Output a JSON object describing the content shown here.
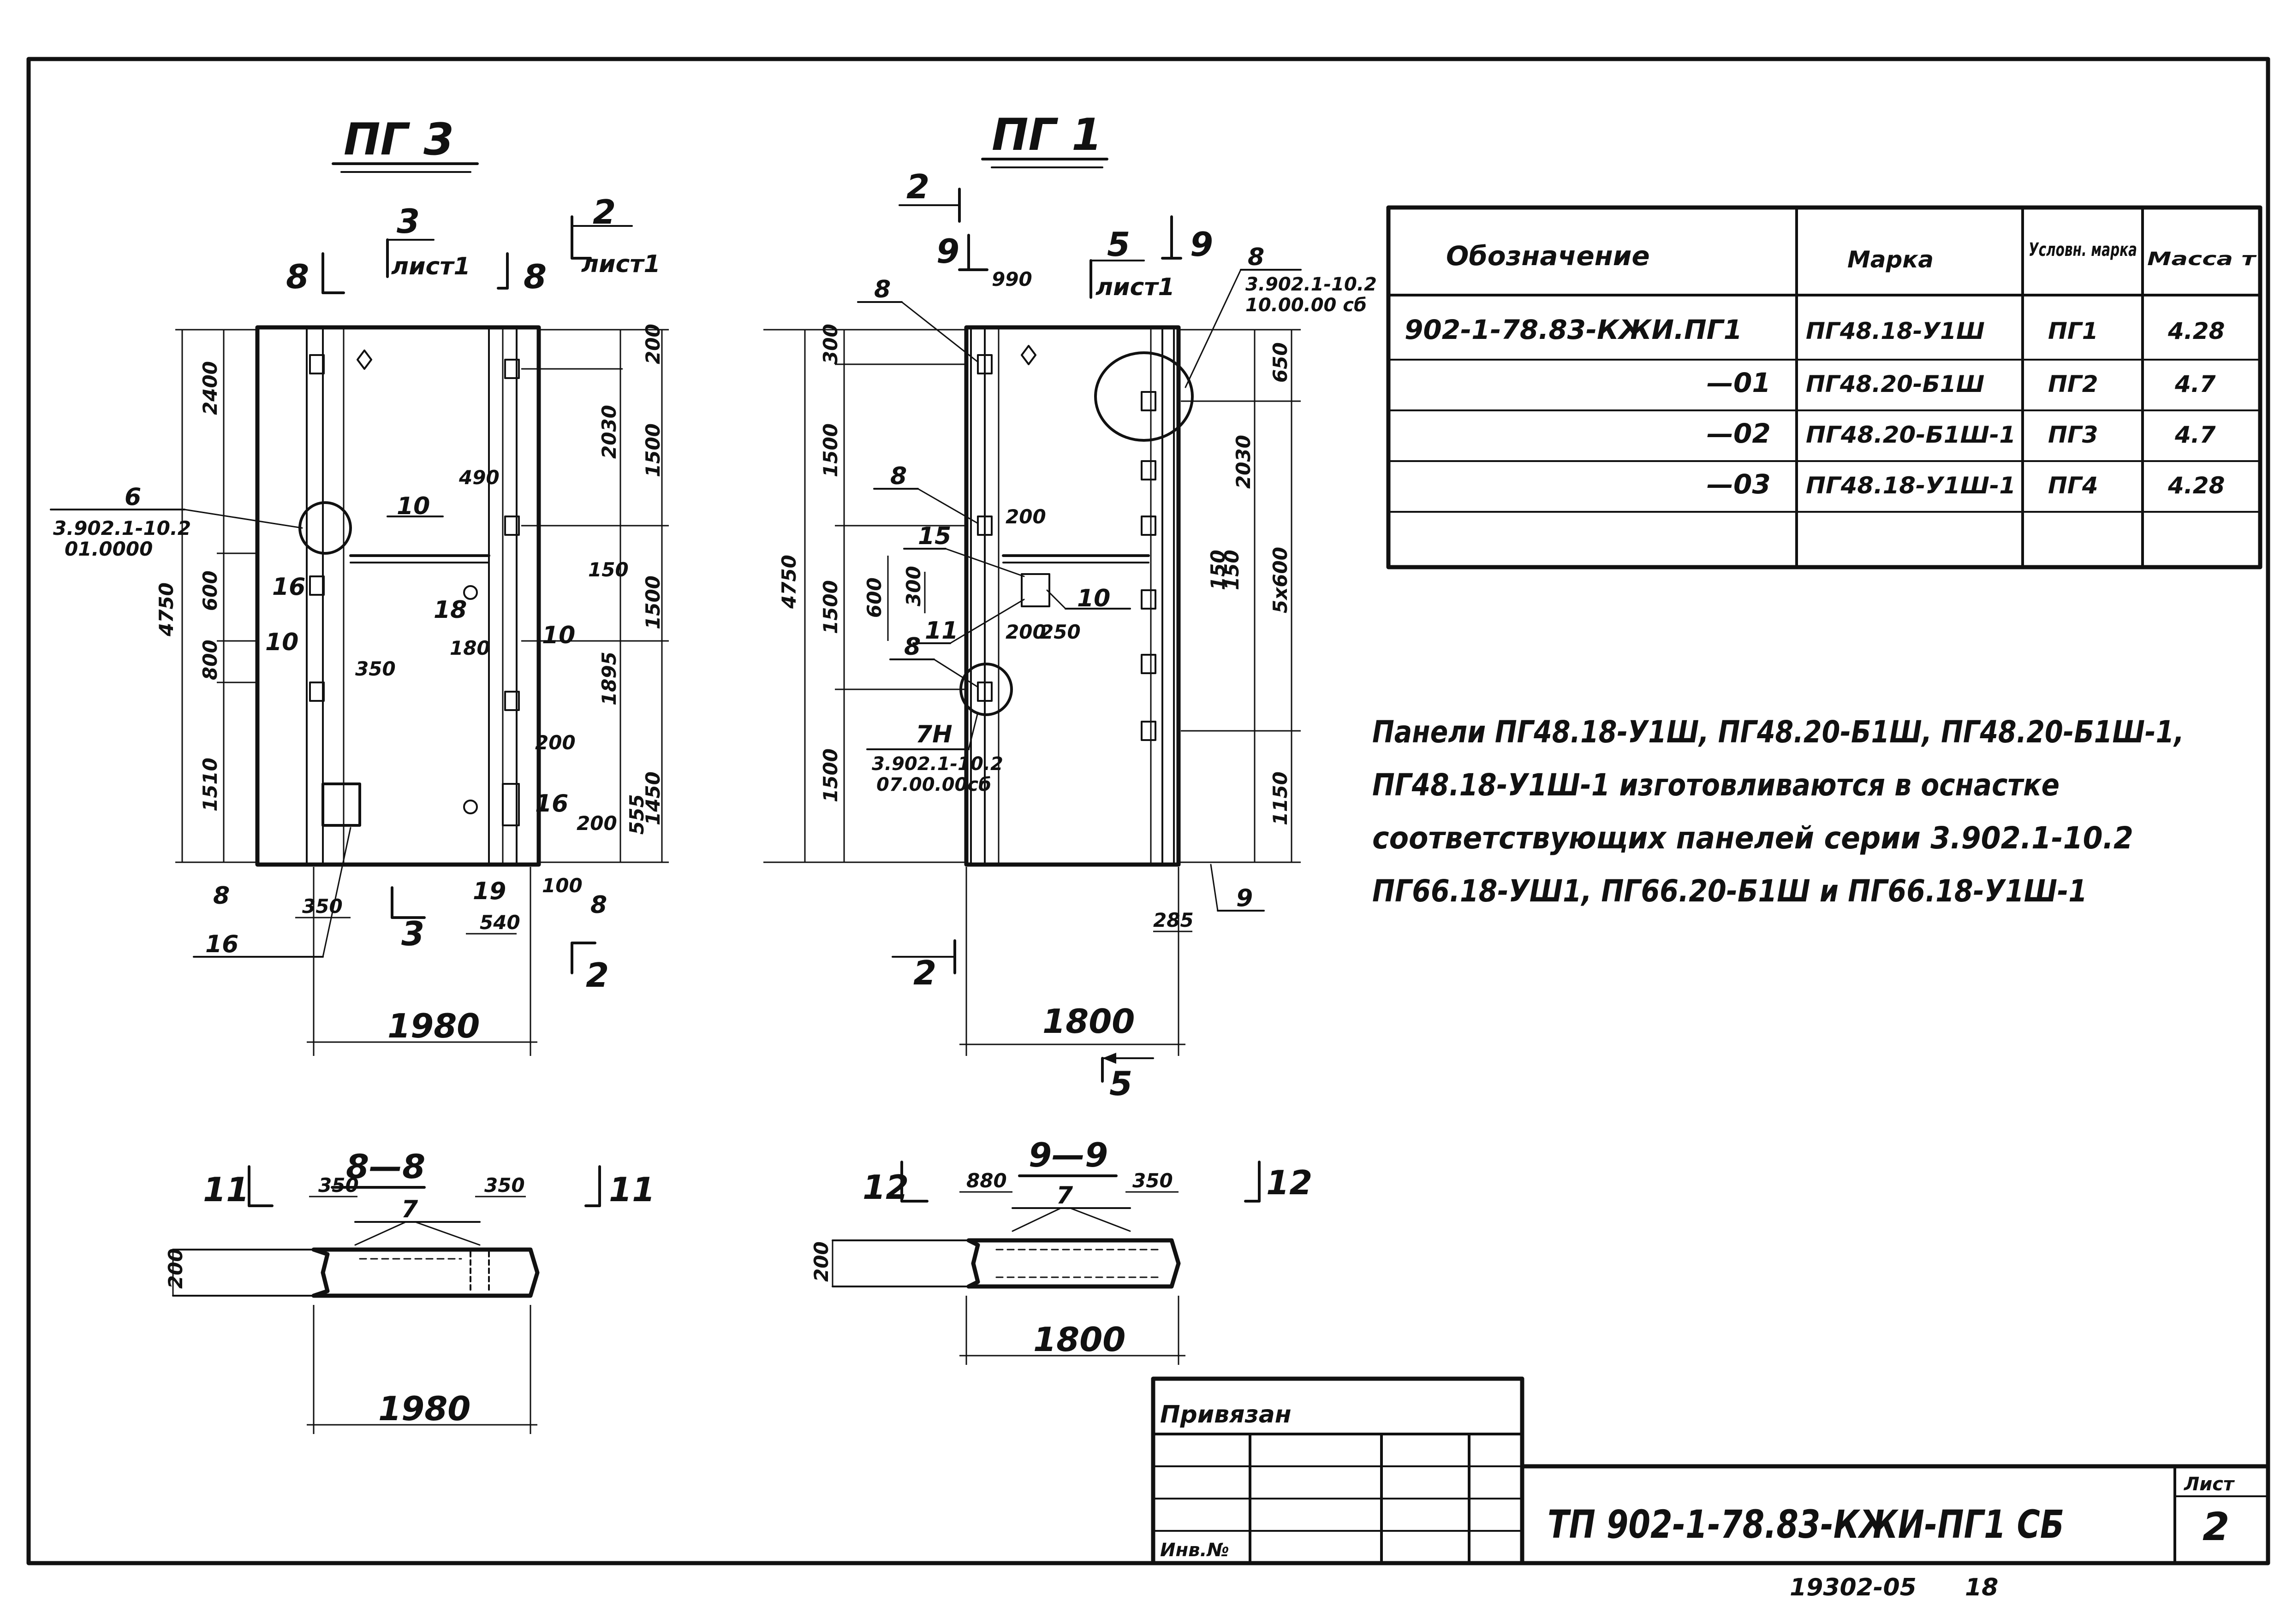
{
  "views": {
    "pg3": {
      "title": "ПГ 3",
      "cut_top_left": "8",
      "cut_top_mid": "3",
      "cut_top_mid_sheet": "лист1",
      "cut_top_right": "8",
      "cut_top_far": "2",
      "cut_top_far_sheet": "лист1",
      "detail_num": "6",
      "detail_ref_1": "3.902.1-10.2",
      "detail_ref_2": "01.0000",
      "height": "4750",
      "width": "1980",
      "dims_left": [
        "2400",
        "600",
        "800",
        "1510"
      ],
      "dims_right": [
        "200",
        "2030",
        "1500",
        "1500",
        "1450"
      ],
      "dims_right_inner": [
        "1895",
        "555"
      ],
      "dims_inner": [
        "490",
        "350",
        "180",
        "200",
        "150",
        "200",
        "100"
      ],
      "pos": [
        "10",
        "18",
        "10",
        "16",
        "10",
        "16",
        "16",
        "19",
        "8",
        "8"
      ],
      "bottom_dims": [
        "350",
        "540"
      ],
      "cut_bottom_left": "3",
      "cut_bottom_right": "2"
    },
    "pg1": {
      "title": "ПГ 1",
      "cut_top_left": "2",
      "cut_top_9": "9",
      "cut_top_5": "5",
      "cut_top_5_sheet": "лист1",
      "cut_top_9b": "9",
      "dim_top": "990",
      "pos_8a": "8",
      "pos_8b": "8",
      "pos_8c": "8",
      "pos_8d": "8",
      "ref_top_1": "3.902.1-10.2",
      "ref_top_2": "10.00.00 сб",
      "pos_7h": "7Н",
      "ref_7h_1": "3.902.1-10.2",
      "ref_7h_2": "07.00.00сб",
      "height": "4750",
      "width": "1800",
      "dims_left": [
        "300",
        "1500",
        "1500",
        "1500"
      ],
      "dims_right": [
        "650",
        "2030",
        "5х600",
        "1150"
      ],
      "dims_inner": [
        "600",
        "300",
        "200",
        "200",
        "250",
        "150",
        "150",
        "285"
      ],
      "pos": [
        "15",
        "11",
        "10",
        "9"
      ],
      "cut_bottom_2": "2",
      "cut_bottom_5": "5"
    },
    "sec88": {
      "title": "8—8",
      "cut_left": "11",
      "cut_right": "11",
      "dim_left": "350",
      "dim_right": "350",
      "pos": "7",
      "thickness": "200",
      "width": "1980"
    },
    "sec99": {
      "title": "9—9",
      "cut_left": "12",
      "cut_right": "12",
      "dim_left": "880",
      "dim_right": "350",
      "pos": "7",
      "thickness": "200",
      "width": "1800"
    }
  },
  "spec_table": {
    "headers": [
      "Обозначение",
      "Марка",
      "Условн. марка",
      "Масса т"
    ],
    "rows": [
      [
        "902-1-78.83-КЖИ.ПГ1",
        "ПГ48.18-У1Ш",
        "ПГ1",
        "4.28"
      ],
      [
        "—01",
        "ПГ48.20-Б1Ш",
        "ПГ2",
        "4.7"
      ],
      [
        "—02",
        "ПГ48.20-Б1Ш-1",
        "ПГ3",
        "4.7"
      ],
      [
        "—03",
        "ПГ48.18-У1Ш-1",
        "ПГ4",
        "4.28"
      ],
      [
        "",
        "",
        "",
        ""
      ]
    ]
  },
  "note": [
    "Панели ПГ48.18-У1Ш, ПГ48.20-Б1Ш, ПГ48.20-Б1Ш-1,",
    "ПГ48.18-У1Ш-1 изготовливаются в оснастке",
    "соответствующих панелей серии 3.902.1-10.2",
    "ПГ66.18-УШ1, ПГ66.20-Б1Ш и ПГ66.18-У1Ш-1"
  ],
  "title_block": {
    "privyazan": "Привязан",
    "inv": "Инв.№",
    "code": "ТП 902-1-78.83-КЖИ-ПГ1 СБ",
    "sheet_label": "Лист",
    "sheet": "2"
  },
  "footer": {
    "archive": "19302-05",
    "page": "18"
  }
}
